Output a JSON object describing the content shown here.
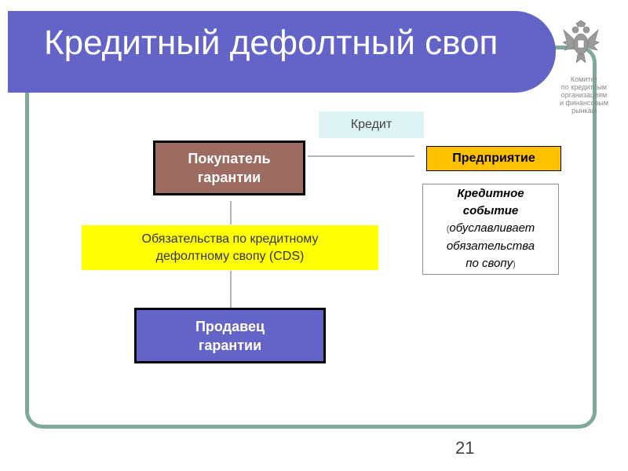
{
  "slide": {
    "title": "Кредитный дефолтный своп",
    "org_lines": [
      "Комитет",
      "по кредитным",
      "организациям",
      "и финансовым",
      "рынкам"
    ],
    "page_number": "21"
  },
  "diagram": {
    "credit_label": "Кредит",
    "buyer": [
      "Покупатель",
      "гарантии"
    ],
    "company": "Предприятие",
    "event": {
      "title": [
        "Кредитное",
        "событие"
      ],
      "paren_open": "(",
      "desc_first": "обуславливает",
      "desc_lines": [
        "обязательства",
        "по свопу"
      ],
      "paren_close": ")"
    },
    "obligations": [
      "Обязательства по кредитному",
      "дефолтному свопу (CDS)"
    ],
    "seller": [
      "Продавец",
      "гарантии"
    ]
  },
  "colors": {
    "title_bar": "#6464c8",
    "frame": "#7fa99a",
    "buyer": "#9c6b62",
    "seller": "#6464c8",
    "company": "#ffc000",
    "obligations": "#ffff00",
    "credit_label_bg": "#def4f4"
  },
  "icons": {
    "emblem": "double-headed-eagle-emblem-icon"
  }
}
